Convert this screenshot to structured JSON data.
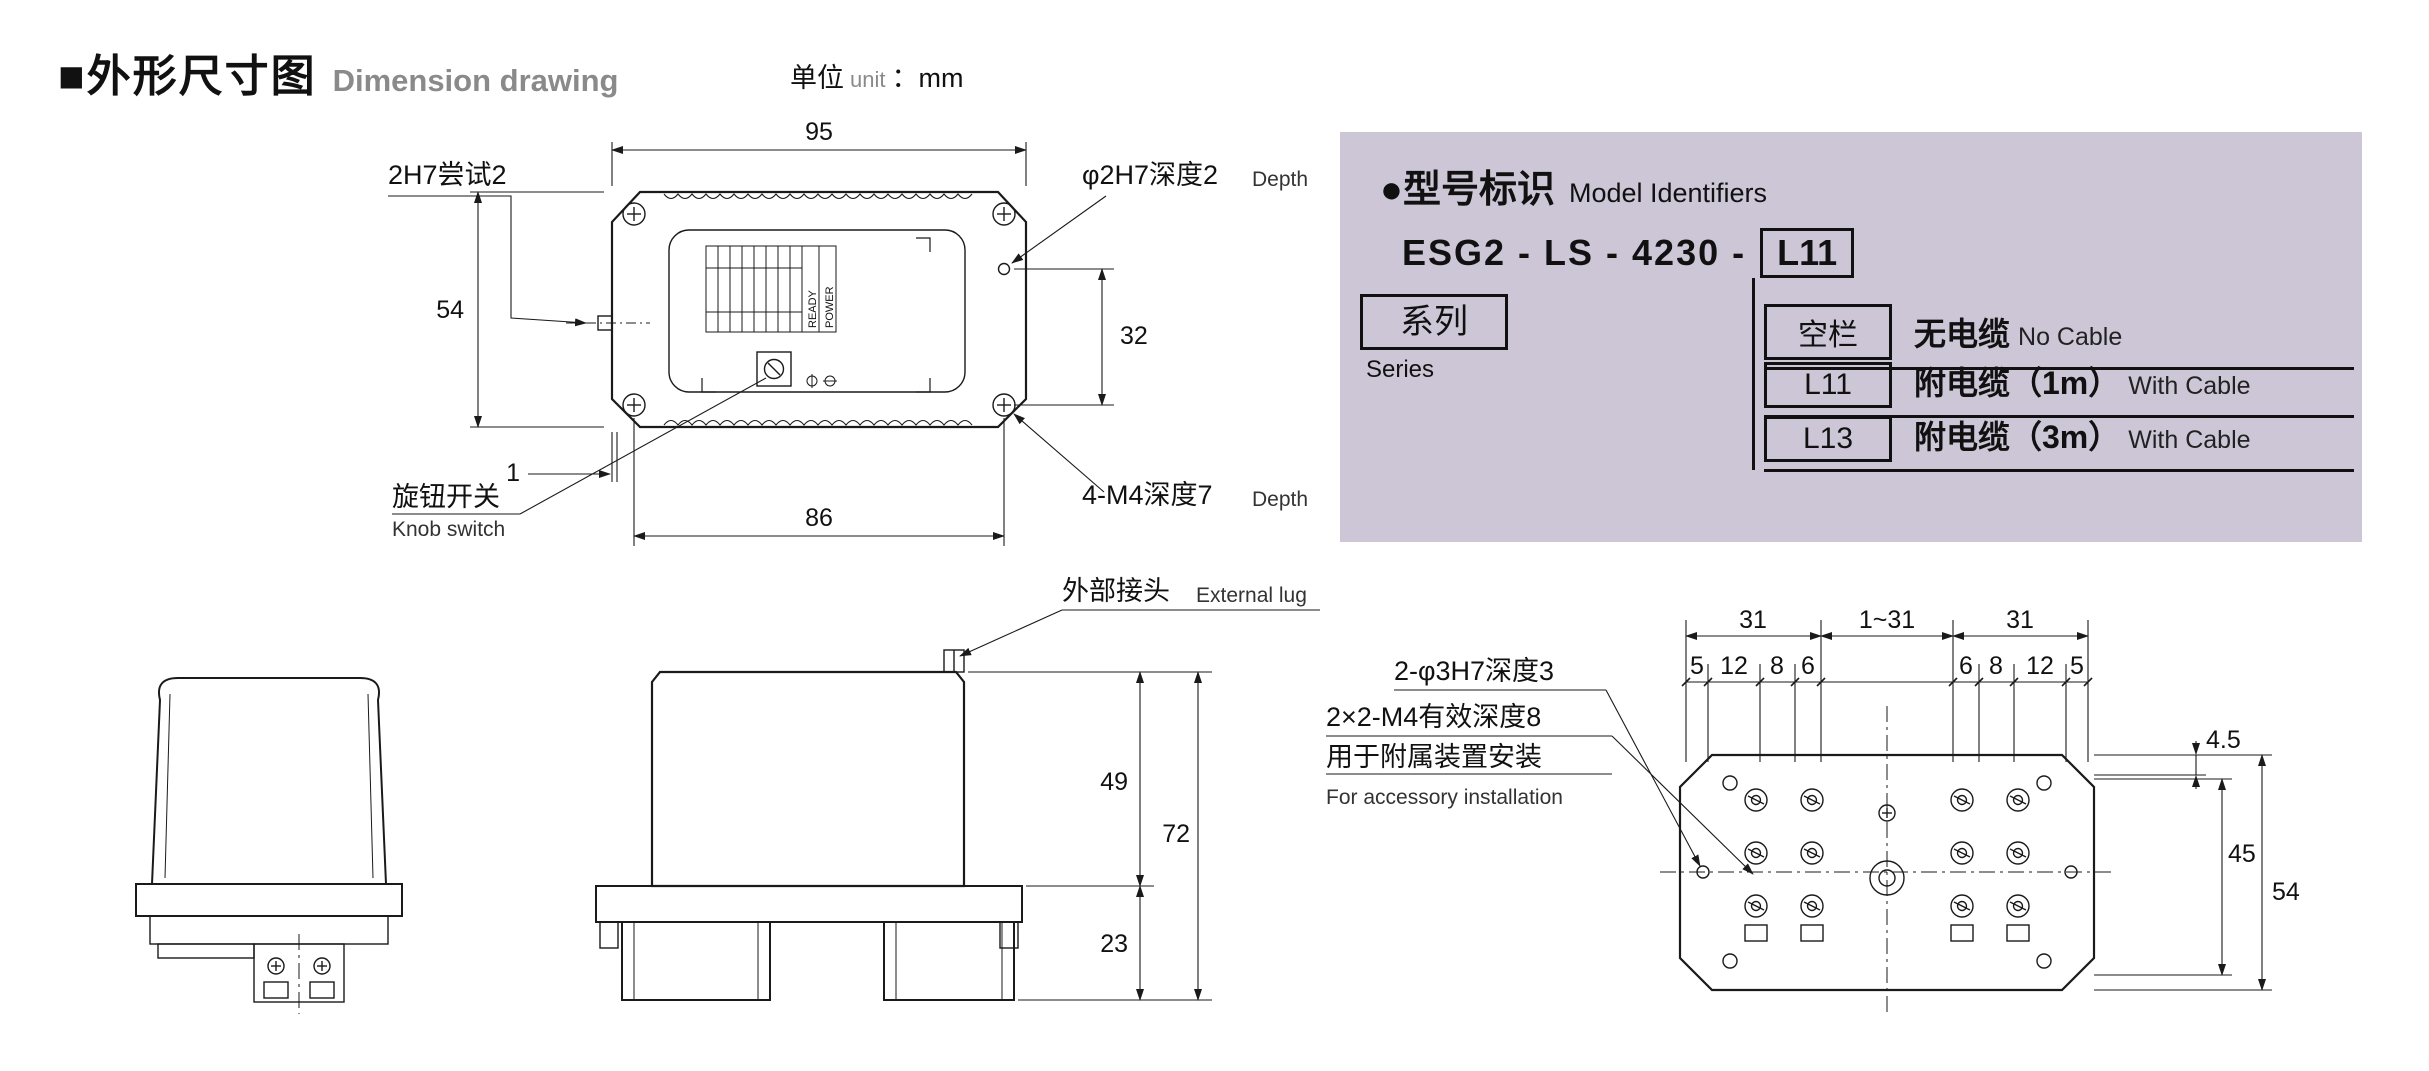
{
  "header": {
    "title_zh": "■外形尺寸图",
    "title_en": "Dimension drawing",
    "unit_zh": "单位",
    "unit_en": "unit",
    "unit_rest": "：mm"
  },
  "top_view": {
    "d95": "95",
    "d54": "54",
    "d86": "86",
    "d32": "32",
    "d1": "1",
    "l_2h7": "2H7尝试2",
    "l_phi_zh": "φ2H7深度2",
    "l_phi_en": "Depth",
    "l_m4_zh": "4-M4深度7",
    "l_m4_en": "Depth",
    "knob_zh": "旋钮开关",
    "knob_en": "Knob switch",
    "ready": "READY",
    "power": "POWER"
  },
  "model_panel": {
    "title_zh": "●型号标识",
    "title_en": "Model Identifiers",
    "model_prefix": "ESG2 - LS - 4230 -",
    "model_suffix": "L11",
    "series_zh": "系列",
    "series_en": "Series",
    "rows": [
      {
        "code": "空栏",
        "zh": "无电缆",
        "en": "No Cable"
      },
      {
        "code": "L11",
        "zh": "附电缆（1m）",
        "en": "With Cable"
      },
      {
        "code": "L13",
        "zh": "附电缆（3m）",
        "en": "With Cable"
      }
    ]
  },
  "side_view": {
    "lug_zh": "外部接头",
    "lug_en": "External lug",
    "d49": "49",
    "d72": "72",
    "d23": "23"
  },
  "bottom_view": {
    "d31l": "31",
    "dmid": "1~31",
    "d31r": "31",
    "segs": [
      "5",
      "12",
      "8",
      "6",
      "6",
      "8",
      "12",
      "5"
    ],
    "d4_5": "4.5",
    "d45": "45",
    "d54": "54",
    "l_3h7": "2-φ3H7深度3",
    "l_m4_line1": "2×2-M4有效深度8",
    "l_m4_line2": "用于附属装置安装",
    "l_m4_en": "For accessory installation"
  },
  "colors": {
    "panel_bg": "#ccc6d6",
    "line": "#1a1a1a",
    "gray_text": "#8a8a8a"
  }
}
